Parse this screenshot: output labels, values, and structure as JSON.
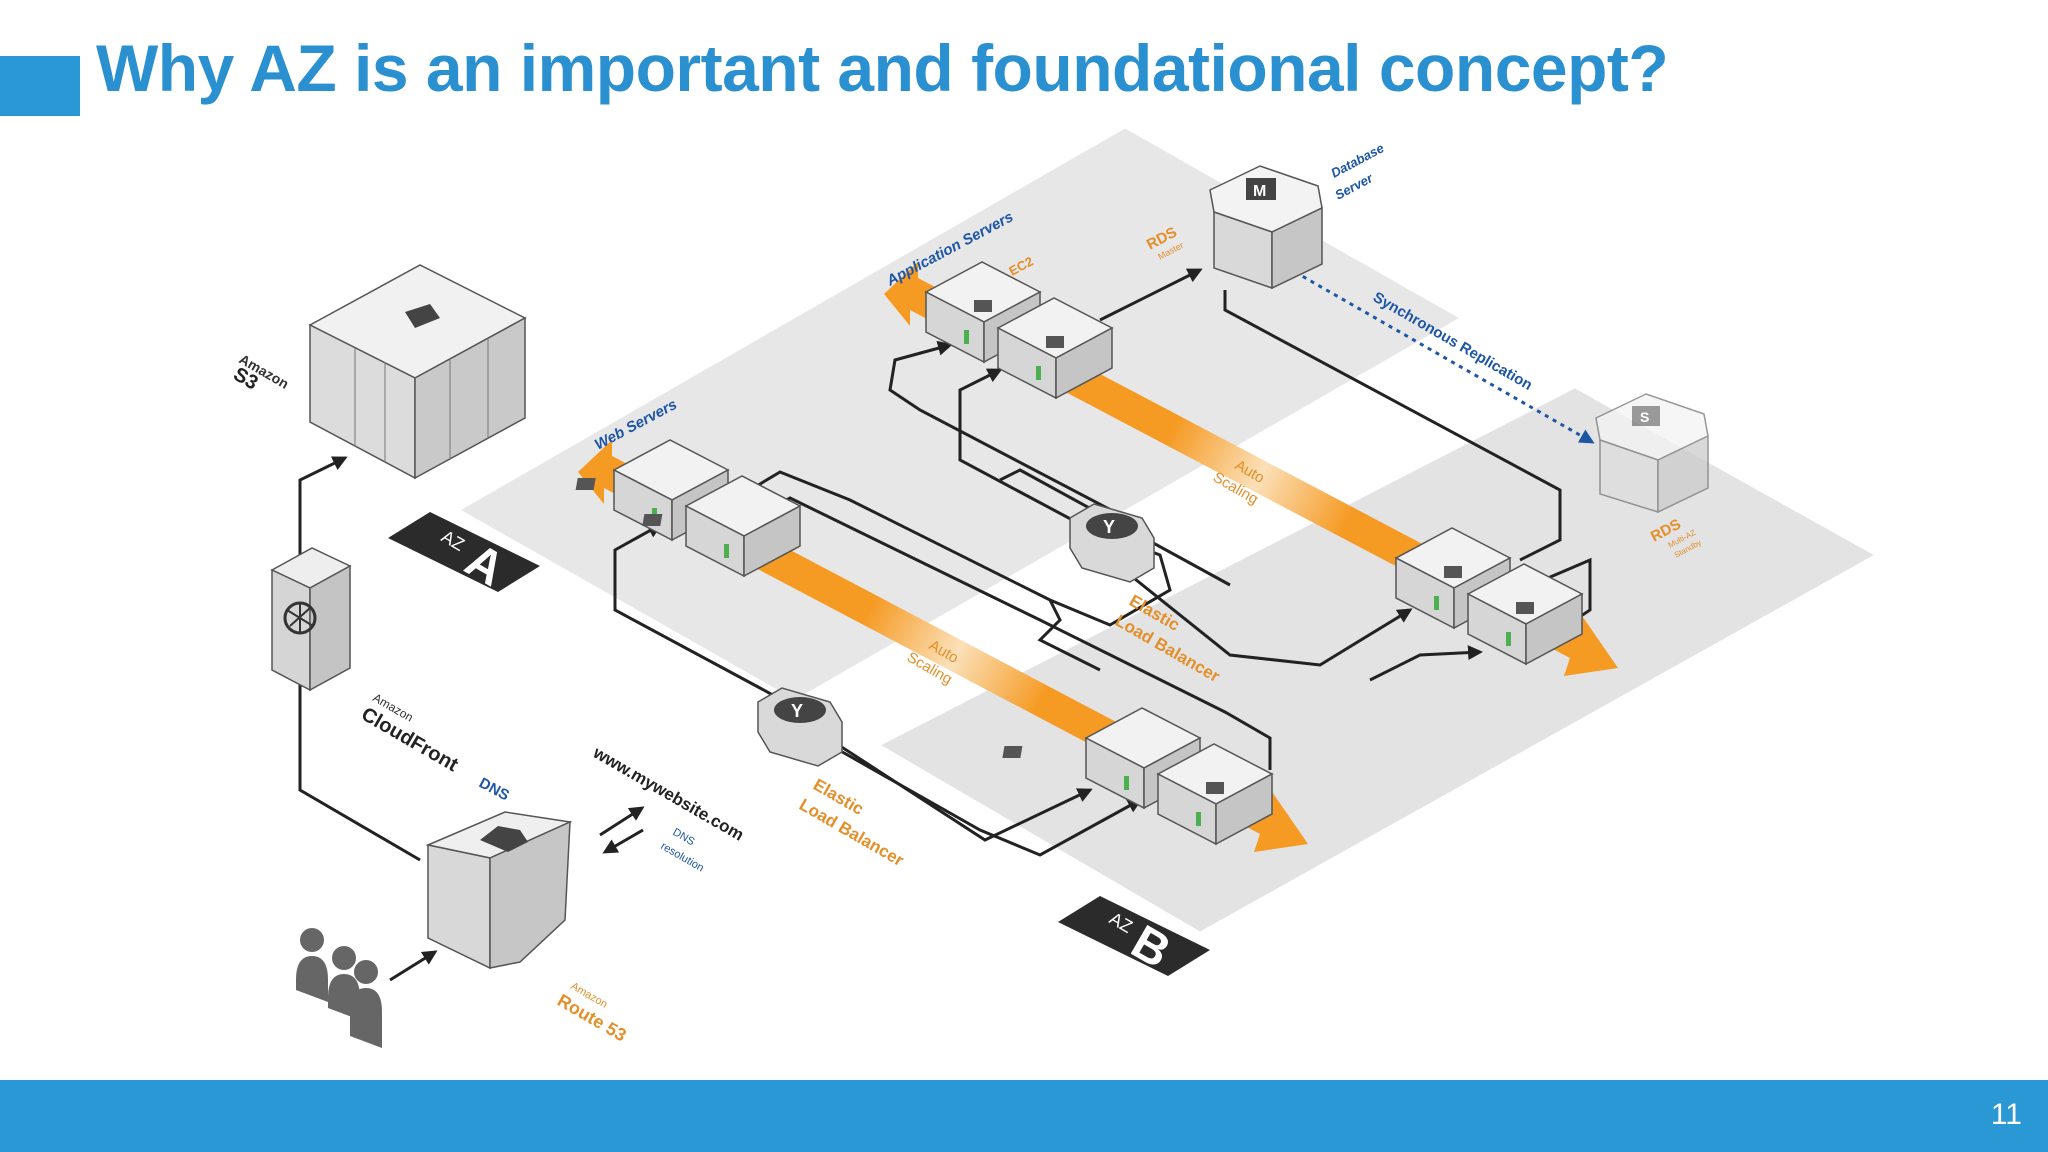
{
  "slide": {
    "title": "Why AZ is an important and foundational concept?",
    "page_number": "11",
    "accent_color": "#2a98d4"
  },
  "diagram": {
    "az_a": {
      "small": "AZ",
      "big": "A"
    },
    "az_b": {
      "small": "AZ",
      "big": "B"
    },
    "web_servers": "Web Servers",
    "app_servers": "Application Servers",
    "ec2": "EC2",
    "database_server": [
      "Database",
      "Server"
    ],
    "rds_master": [
      "RDS",
      "Master"
    ],
    "rds_standby": [
      "RDS",
      "Multi-AZ",
      "Standby"
    ],
    "sync_replication": "Synchronous Replication",
    "auto_scaling": [
      "Auto",
      "Scaling"
    ],
    "elastic_load_balancer": [
      "Elastic",
      "Load Balancer"
    ],
    "s3": [
      "Amazon",
      "S3"
    ],
    "cloudfront": [
      "Amazon",
      "CloudFront"
    ],
    "dns": "DNS",
    "route53": [
      "Amazon",
      "Route 53"
    ],
    "website": "www.mywebsite.com",
    "dns_resolution": [
      "DNS",
      "resolution"
    ],
    "colors": {
      "orange": "#f59a23",
      "panel": "#e6e6e7",
      "dark": "#2b2b2b",
      "blue": "#1e56a6"
    }
  }
}
